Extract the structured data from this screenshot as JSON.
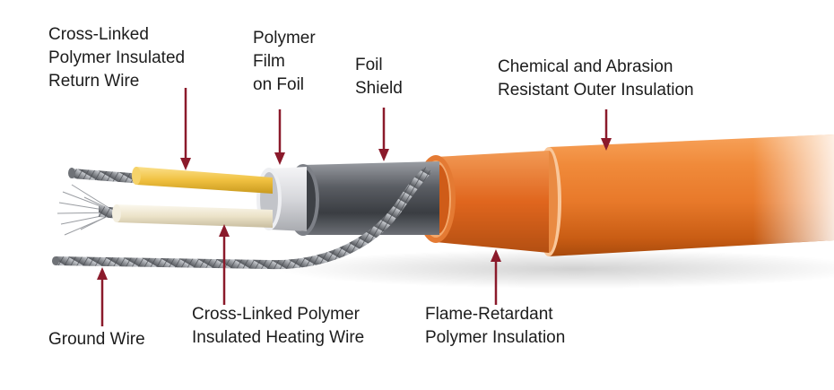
{
  "labels": {
    "return_wire": {
      "lines": [
        "Cross-Linked",
        "Polymer Insulated",
        "Return Wire"
      ]
    },
    "polymer_film": {
      "lines": [
        "Polymer",
        "Film",
        "on Foil"
      ]
    },
    "foil_shield": {
      "lines": [
        "Foil",
        "Shield"
      ]
    },
    "outer_insulation": {
      "lines": [
        "Chemical and Abrasion",
        "Resistant Outer Insulation"
      ]
    },
    "ground_wire": {
      "lines": [
        "Ground Wire"
      ]
    },
    "heating_wire": {
      "lines": [
        "Cross-Linked Polymer",
        "Insulated Heating Wire"
      ]
    },
    "flame_retardant": {
      "lines": [
        "Flame-Retardant",
        "Polymer Insulation"
      ]
    }
  },
  "colors": {
    "arrow": "#8b1a2b",
    "outer_jacket": "#e8792a",
    "inner_jacket": "#e0661e",
    "foil": "#4a4d52",
    "film": "#dcdde0",
    "return_wire_insulation": "#f0c040",
    "heating_wire_insulation": "#efe8d2",
    "conductor": "#8c8f94"
  }
}
